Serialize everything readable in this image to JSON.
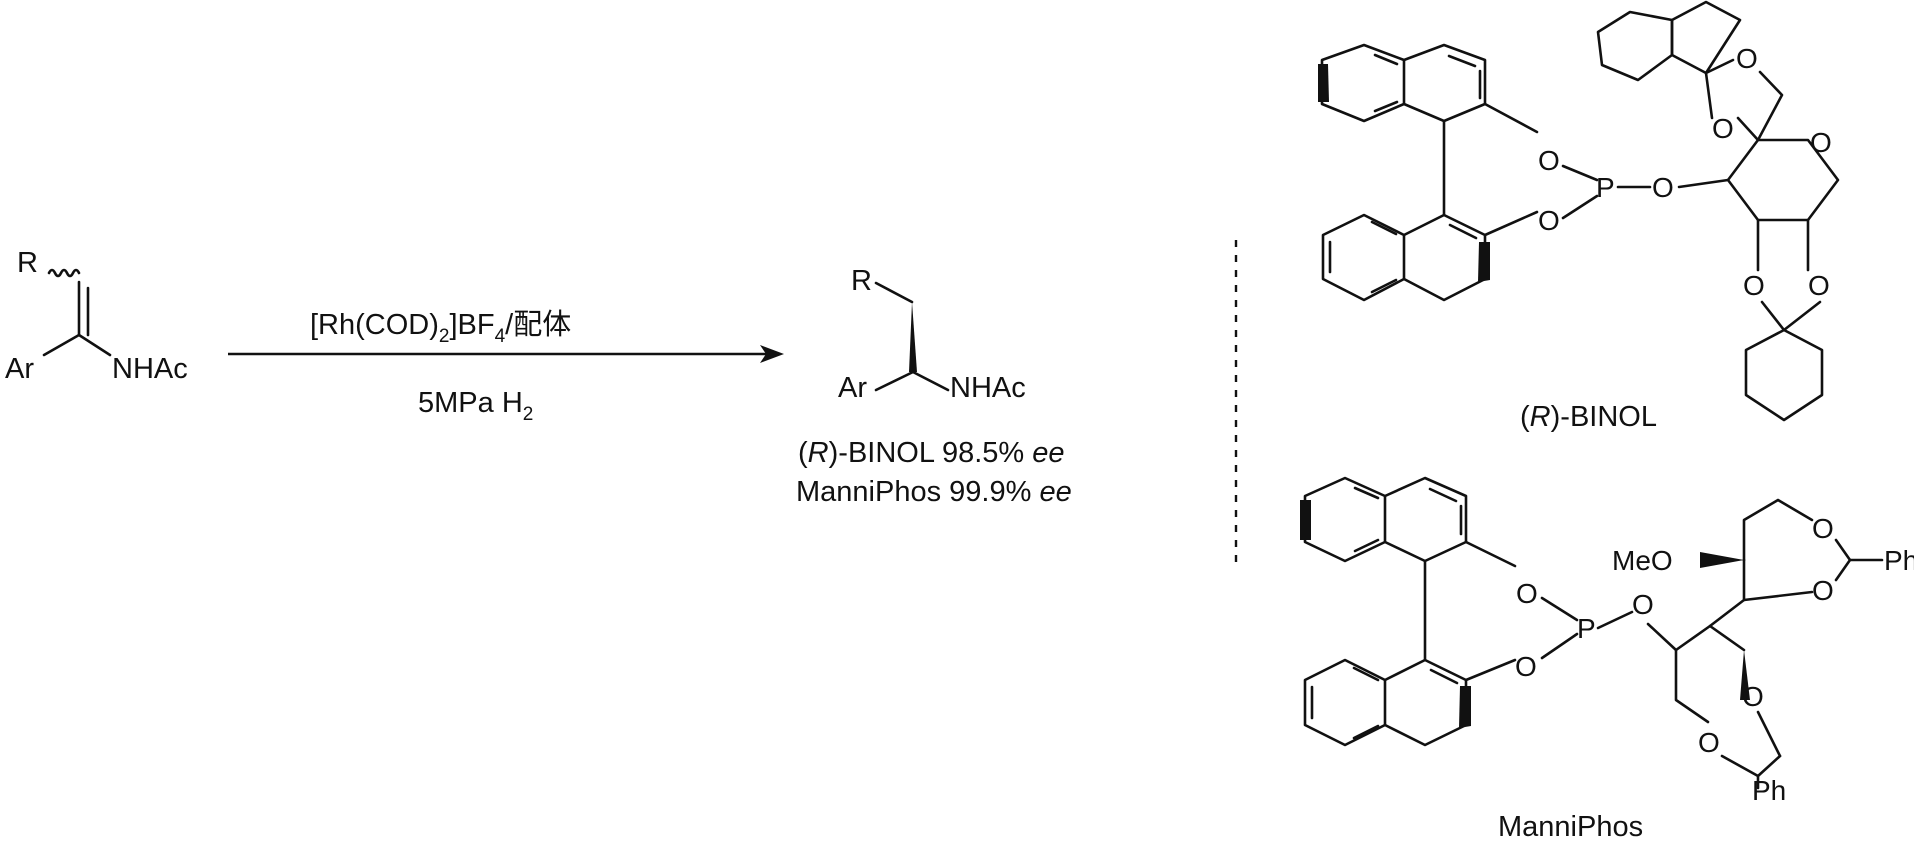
{
  "reaction": {
    "substrate": {
      "r_label": "R",
      "ar_label": "Ar",
      "n_label": "NHAc"
    },
    "conditions": {
      "catalyst": {
        "a": "[Rh(COD)",
        "sub": "2",
        "b": "]BF",
        "sub2": "4",
        "c": "/配体"
      },
      "pressure": {
        "a": "5MPa H",
        "sub": "2"
      }
    },
    "product": {
      "r_label": "R",
      "ar_label": "Ar",
      "n_label": "NHAc"
    },
    "results": [
      {
        "prefix": "(",
        "stereo": "R",
        "rest": ")-BINOL 98.5% ",
        "ee": "ee"
      },
      {
        "prefix": "",
        "stereo": "",
        "rest": "ManniPhos 99.9% ",
        "ee": "ee"
      }
    ]
  },
  "ligands": {
    "binol": {
      "name": {
        "prefix": "(",
        "stereo": "R",
        "rest": ")-BINOL"
      },
      "atoms": {
        "p": "P",
        "o": "O"
      }
    },
    "manniphos": {
      "name": "ManniPhos",
      "atoms": {
        "p": "P",
        "o": "O",
        "meo": "MeO",
        "ph": "Ph"
      }
    }
  },
  "colors": {
    "ink": "#111111",
    "background": "#ffffff"
  }
}
